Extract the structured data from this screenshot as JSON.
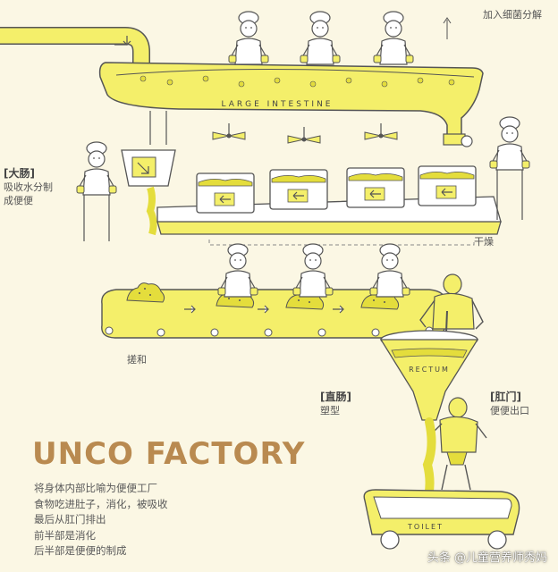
{
  "labels": {
    "top_right": "加入细菌分解",
    "large_intestine_tag": "大肠",
    "large_intestine_desc1": "吸收水分制",
    "large_intestine_desc2": "成便便",
    "dry": "干燥",
    "knead": "搓和",
    "rectum_tag": "直肠",
    "rectum_desc": "塑型",
    "anus_tag": "肛门",
    "anus_desc": "便便出口"
  },
  "drawn_text": {
    "large_intestine": "LARGE INTESTINE",
    "rectum": "RECTUM",
    "toilet": "TOILET"
  },
  "title": "UNCO FACTORY",
  "description": [
    "将身体内部比喻为便便工厂",
    "食物吃进肚子，消化，被吸收",
    "最后从肛门排出",
    "前半部是消化",
    "后半部是便便的制成"
  ],
  "watermark": "头条 @儿童营养师秀妈",
  "colors": {
    "background": "#fbf7e4",
    "yellow": "#f4ef6a",
    "poop_yellow": "#e4dd3c",
    "outline": "#555555",
    "title": "#b98a50"
  }
}
